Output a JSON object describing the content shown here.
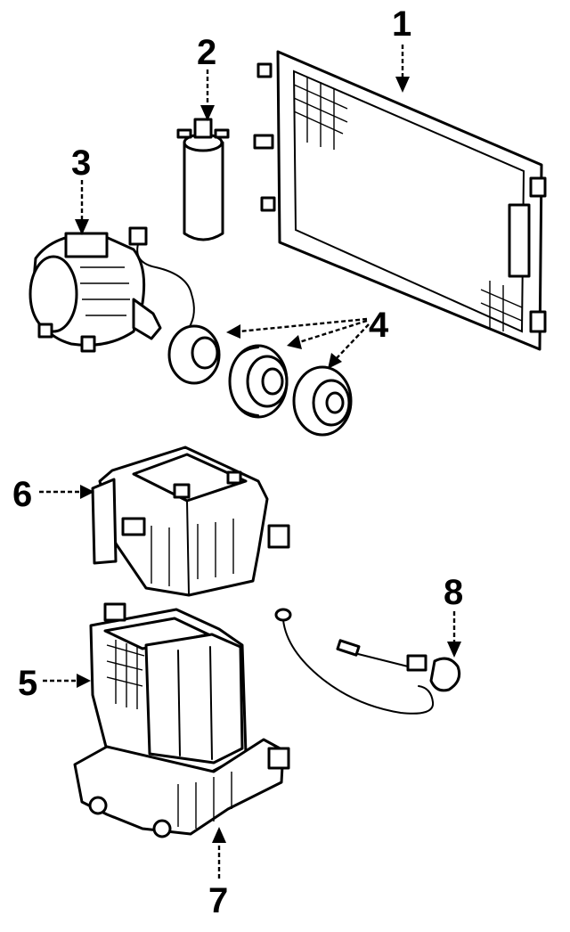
{
  "callouts": {
    "c1": "1",
    "c2": "2",
    "c3": "3",
    "c4": "4",
    "c5": "5",
    "c6": "6",
    "c7": "7",
    "c8": "8"
  },
  "colors": {
    "ink": "#000000",
    "paper": "#ffffff"
  }
}
